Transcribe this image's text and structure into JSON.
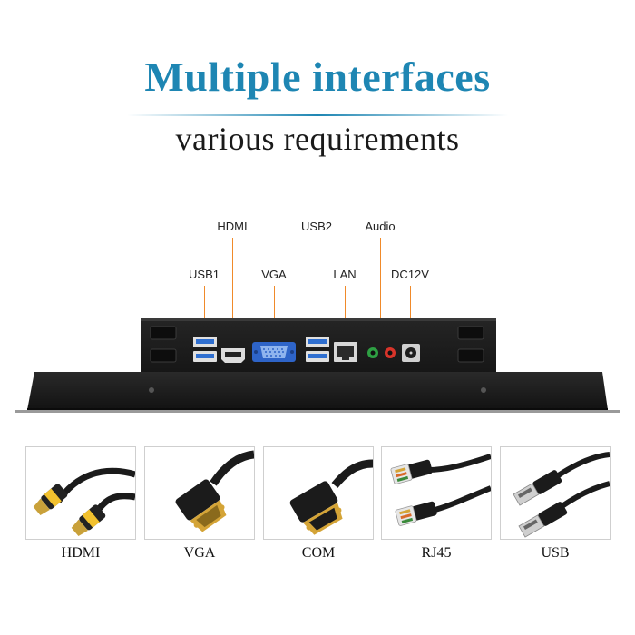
{
  "header": {
    "title": "Multiple interfaces",
    "subtitle": "various requirements"
  },
  "ports": [
    {
      "id": "hdmi",
      "label": "HDMI"
    },
    {
      "id": "usb2",
      "label": "USB2"
    },
    {
      "id": "audio",
      "label": "Audio"
    },
    {
      "id": "usb1",
      "label": "USB1"
    },
    {
      "id": "vga",
      "label": "VGA"
    },
    {
      "id": "lan",
      "label": "LAN"
    },
    {
      "id": "dc12v",
      "label": "DC12V"
    }
  ],
  "cables": [
    {
      "label": "HDMI",
      "icon": "hdmi-cable-icon"
    },
    {
      "label": "VGA",
      "icon": "vga-cable-icon"
    },
    {
      "label": "COM",
      "icon": "com-cable-icon"
    },
    {
      "label": "RJ45",
      "icon": "rj45-cable-icon"
    },
    {
      "label": "USB",
      "icon": "usb-cable-icon"
    }
  ],
  "colors": {
    "title": "#1e86b3",
    "leader_line": "#f08a2a",
    "device_body": "#1c1c1c",
    "usb_port": "#2f6fd0",
    "vga_port": "#2e64c8",
    "audio_green": "#2ea043",
    "audio_red": "#d8342a",
    "connector_gold": "#d4a437"
  }
}
